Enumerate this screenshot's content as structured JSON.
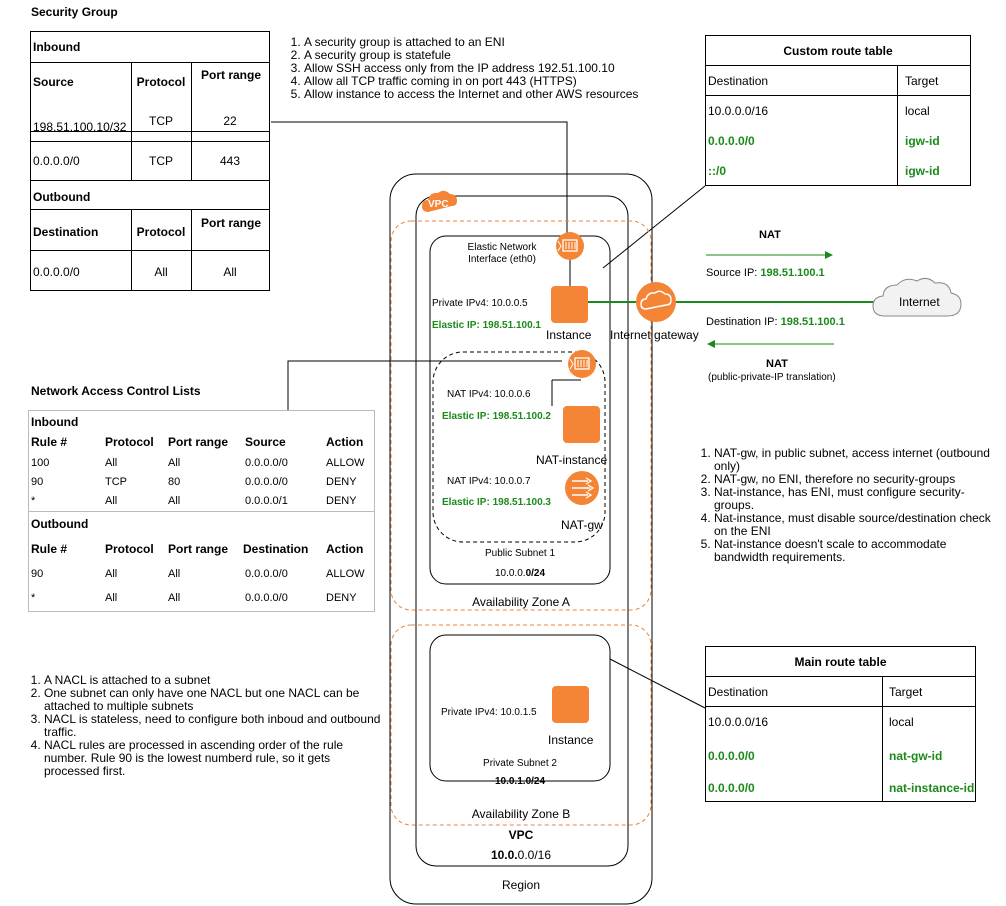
{
  "security_group": {
    "title": "Security Group",
    "inbound_label": "Inbound",
    "inbound_headers": [
      "Source",
      "Protocol",
      "Port range"
    ],
    "inbound_rows": [
      [
        "198.51.100.10/32",
        "TCP",
        "22"
      ],
      [
        "0.0.0.0/0",
        "TCP",
        "443"
      ]
    ],
    "outbound_label": "Outbound",
    "outbound_headers": [
      "Destination",
      "Protocol",
      "Port range"
    ],
    "outbound_rows": [
      [
        "0.0.0.0/0",
        "All",
        "All"
      ]
    ]
  },
  "sg_notes": [
    "A security group is attached to an ENI",
    "A security group is statefule",
    "Allow SSH access only from the IP address 192.51.100.10",
    "Allow all TCP traffic coming in on port 443 (HTTPS)",
    "Allow instance to access the Internet and other AWS resources"
  ],
  "custom_route_table": {
    "title": "Custom route table",
    "headers": [
      "Destination",
      "Target"
    ],
    "rows": [
      [
        "10.0.0.0/16",
        "local"
      ],
      [
        "0.0.0.0/0",
        "igw-id"
      ],
      [
        "::/0",
        "igw-id"
      ]
    ]
  },
  "nacl": {
    "title": "Network Access Control Lists",
    "inbound_label": "Inbound",
    "inbound_headers": [
      "Rule #",
      "Protocol",
      "Port range",
      "Source",
      "Action"
    ],
    "inbound_rows": [
      [
        "100",
        "All",
        "All",
        "0.0.0.0/0",
        "ALLOW"
      ],
      [
        "90",
        "TCP",
        "80",
        "0.0.0.0/0",
        "DENY"
      ],
      [
        "*",
        "All",
        "All",
        "0.0.0.0/1",
        "DENY"
      ]
    ],
    "outbound_label": "Outbound",
    "outbound_headers": [
      "Rule #",
      "Protocol",
      "Port range",
      "Destination",
      "Action"
    ],
    "outbound_rows": [
      [
        "90",
        "All",
        "All",
        "0.0.0.0/0",
        "ALLOW"
      ],
      [
        "*",
        "All",
        "All",
        "0.0.0.0/0",
        "DENY"
      ]
    ]
  },
  "nacl_notes": [
    "A NACL is attached to a subnet",
    "One subnet can only have one NACL but one NACL can be attached to multiple subnets",
    "NACL is stateless, need to configure both inboud and outbound traffic.",
    "NACL rules are processed in ascending order of the rule number. Rule 90 is the lowest numberd rule, so it gets processed first."
  ],
  "nat_notes": [
    "NAT-gw, in public subnet, access internet (outbound only)",
    "NAT-gw, no ENI, therefore no security-groups",
    "Nat-instance, has ENI, must configure security-groups.",
    "Nat-instance, must disable source/destination check on the ENI",
    "Nat-instance doesn't scale to accommodate bandwidth requirements."
  ],
  "main_route_table": {
    "title": "Main route table",
    "headers": [
      "Destination",
      "Target"
    ],
    "rows": [
      [
        "10.0.0.0/16",
        "local"
      ],
      [
        "0.0.0.0/0",
        "nat-gw-id"
      ],
      [
        "0.0.0.0/0",
        "nat-instance-id"
      ]
    ]
  },
  "diagram": {
    "vpc_badge": "VPC",
    "eni_label": "Elastic Network Interface (eth0)",
    "instance_private_ip": "Private IPv4: 10.0.0.5",
    "instance_elastic_ip": "Elastic IP: 198.51.100.1",
    "instance_label": "Instance",
    "igw_label": "Internet gateway",
    "nat_instance_ipv4": "NAT IPv4: 10.0.0.6",
    "nat_instance_eip": "Elastic IP: 198.51.100.2",
    "nat_instance_label": "NAT-instance",
    "nat_gw_ipv4": "NAT IPv4: 10.0.0.7",
    "nat_gw_eip": "Elastic IP: 198.51.100.3",
    "nat_gw_label": "NAT-gw",
    "public_subnet_label": "Public Subnet 1",
    "public_subnet_cidr_a": "10.0.0.",
    "public_subnet_cidr_b": "0/24",
    "az_a_label": "Availability Zone A",
    "private_instance_ip": "Private IPv4: 10.0.1.5",
    "private_instance_label": "Instance",
    "private_subnet_label": "Private Subnet 2",
    "private_subnet_cidr_a": "10.0.1.",
    "private_subnet_cidr_b": "0/24",
    "az_b_label": "Availability Zone B",
    "vpc_label": "VPC",
    "vpc_cidr_a": "10.0.",
    "vpc_cidr_b": "0.0/16",
    "region_label": "Region",
    "internet_label": "Internet",
    "nat_top_label": "NAT",
    "source_ip_prefix": "Source IP: ",
    "source_ip_value": "198.51.100.1",
    "dest_ip_prefix": "Destination IP: ",
    "dest_ip_value": "198.51.100.1",
    "nat_bottom_label": "NAT",
    "nat_bottom_sub": "(public-private-IP translation)"
  },
  "colors": {
    "aws_orange": "#f58536",
    "green": "#1a8a1a",
    "dashed_orange": "#e8853a"
  }
}
